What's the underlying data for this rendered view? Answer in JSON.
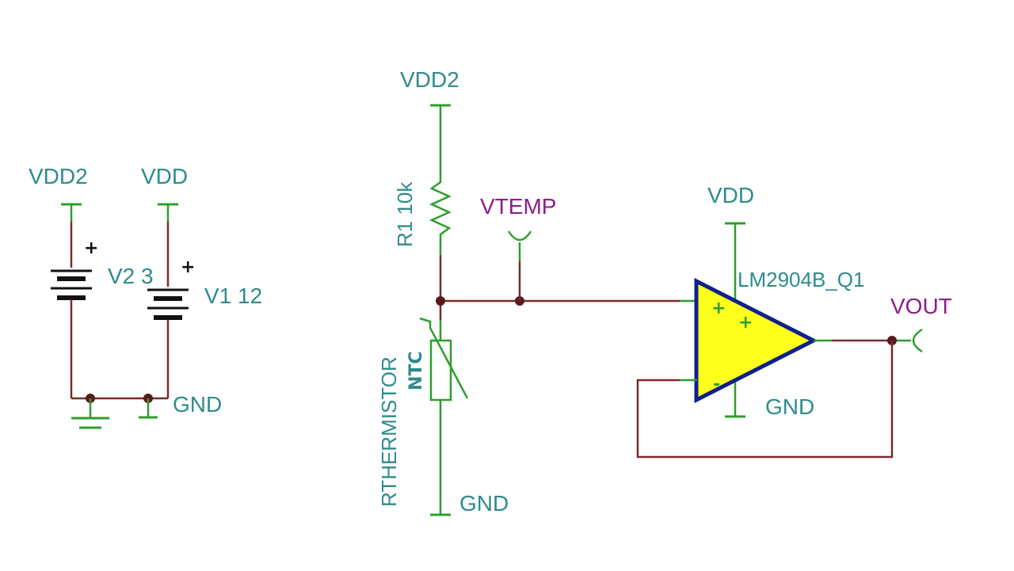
{
  "colors": {
    "net_label": "#2E8B8B",
    "node_label": "#8B1E8B",
    "pin_stub": "#2E9E2E",
    "wire": "#7A2A2A",
    "opamp_outline": "#10208C",
    "opamp_fill": "#FFFF1E",
    "symbol": "#111111"
  },
  "sources": {
    "v2": {
      "net": "VDD2",
      "name": "V2 3",
      "plus": "+"
    },
    "v1": {
      "net": "VDD",
      "name": "V1 12",
      "plus": "+"
    },
    "ground": "GND"
  },
  "resistor": {
    "net": "VDD2",
    "label": "R1 10k"
  },
  "thermistor": {
    "label": "RTHERMISTOR",
    "type": "NTC",
    "ground": "GND"
  },
  "node_vtemp": "VTEMP",
  "opamp": {
    "name": "LM2904B_Q1",
    "supply": "VDD",
    "ground": "GND",
    "plus_pin": "+",
    "minus_pin": "-"
  },
  "output": "VOUT"
}
